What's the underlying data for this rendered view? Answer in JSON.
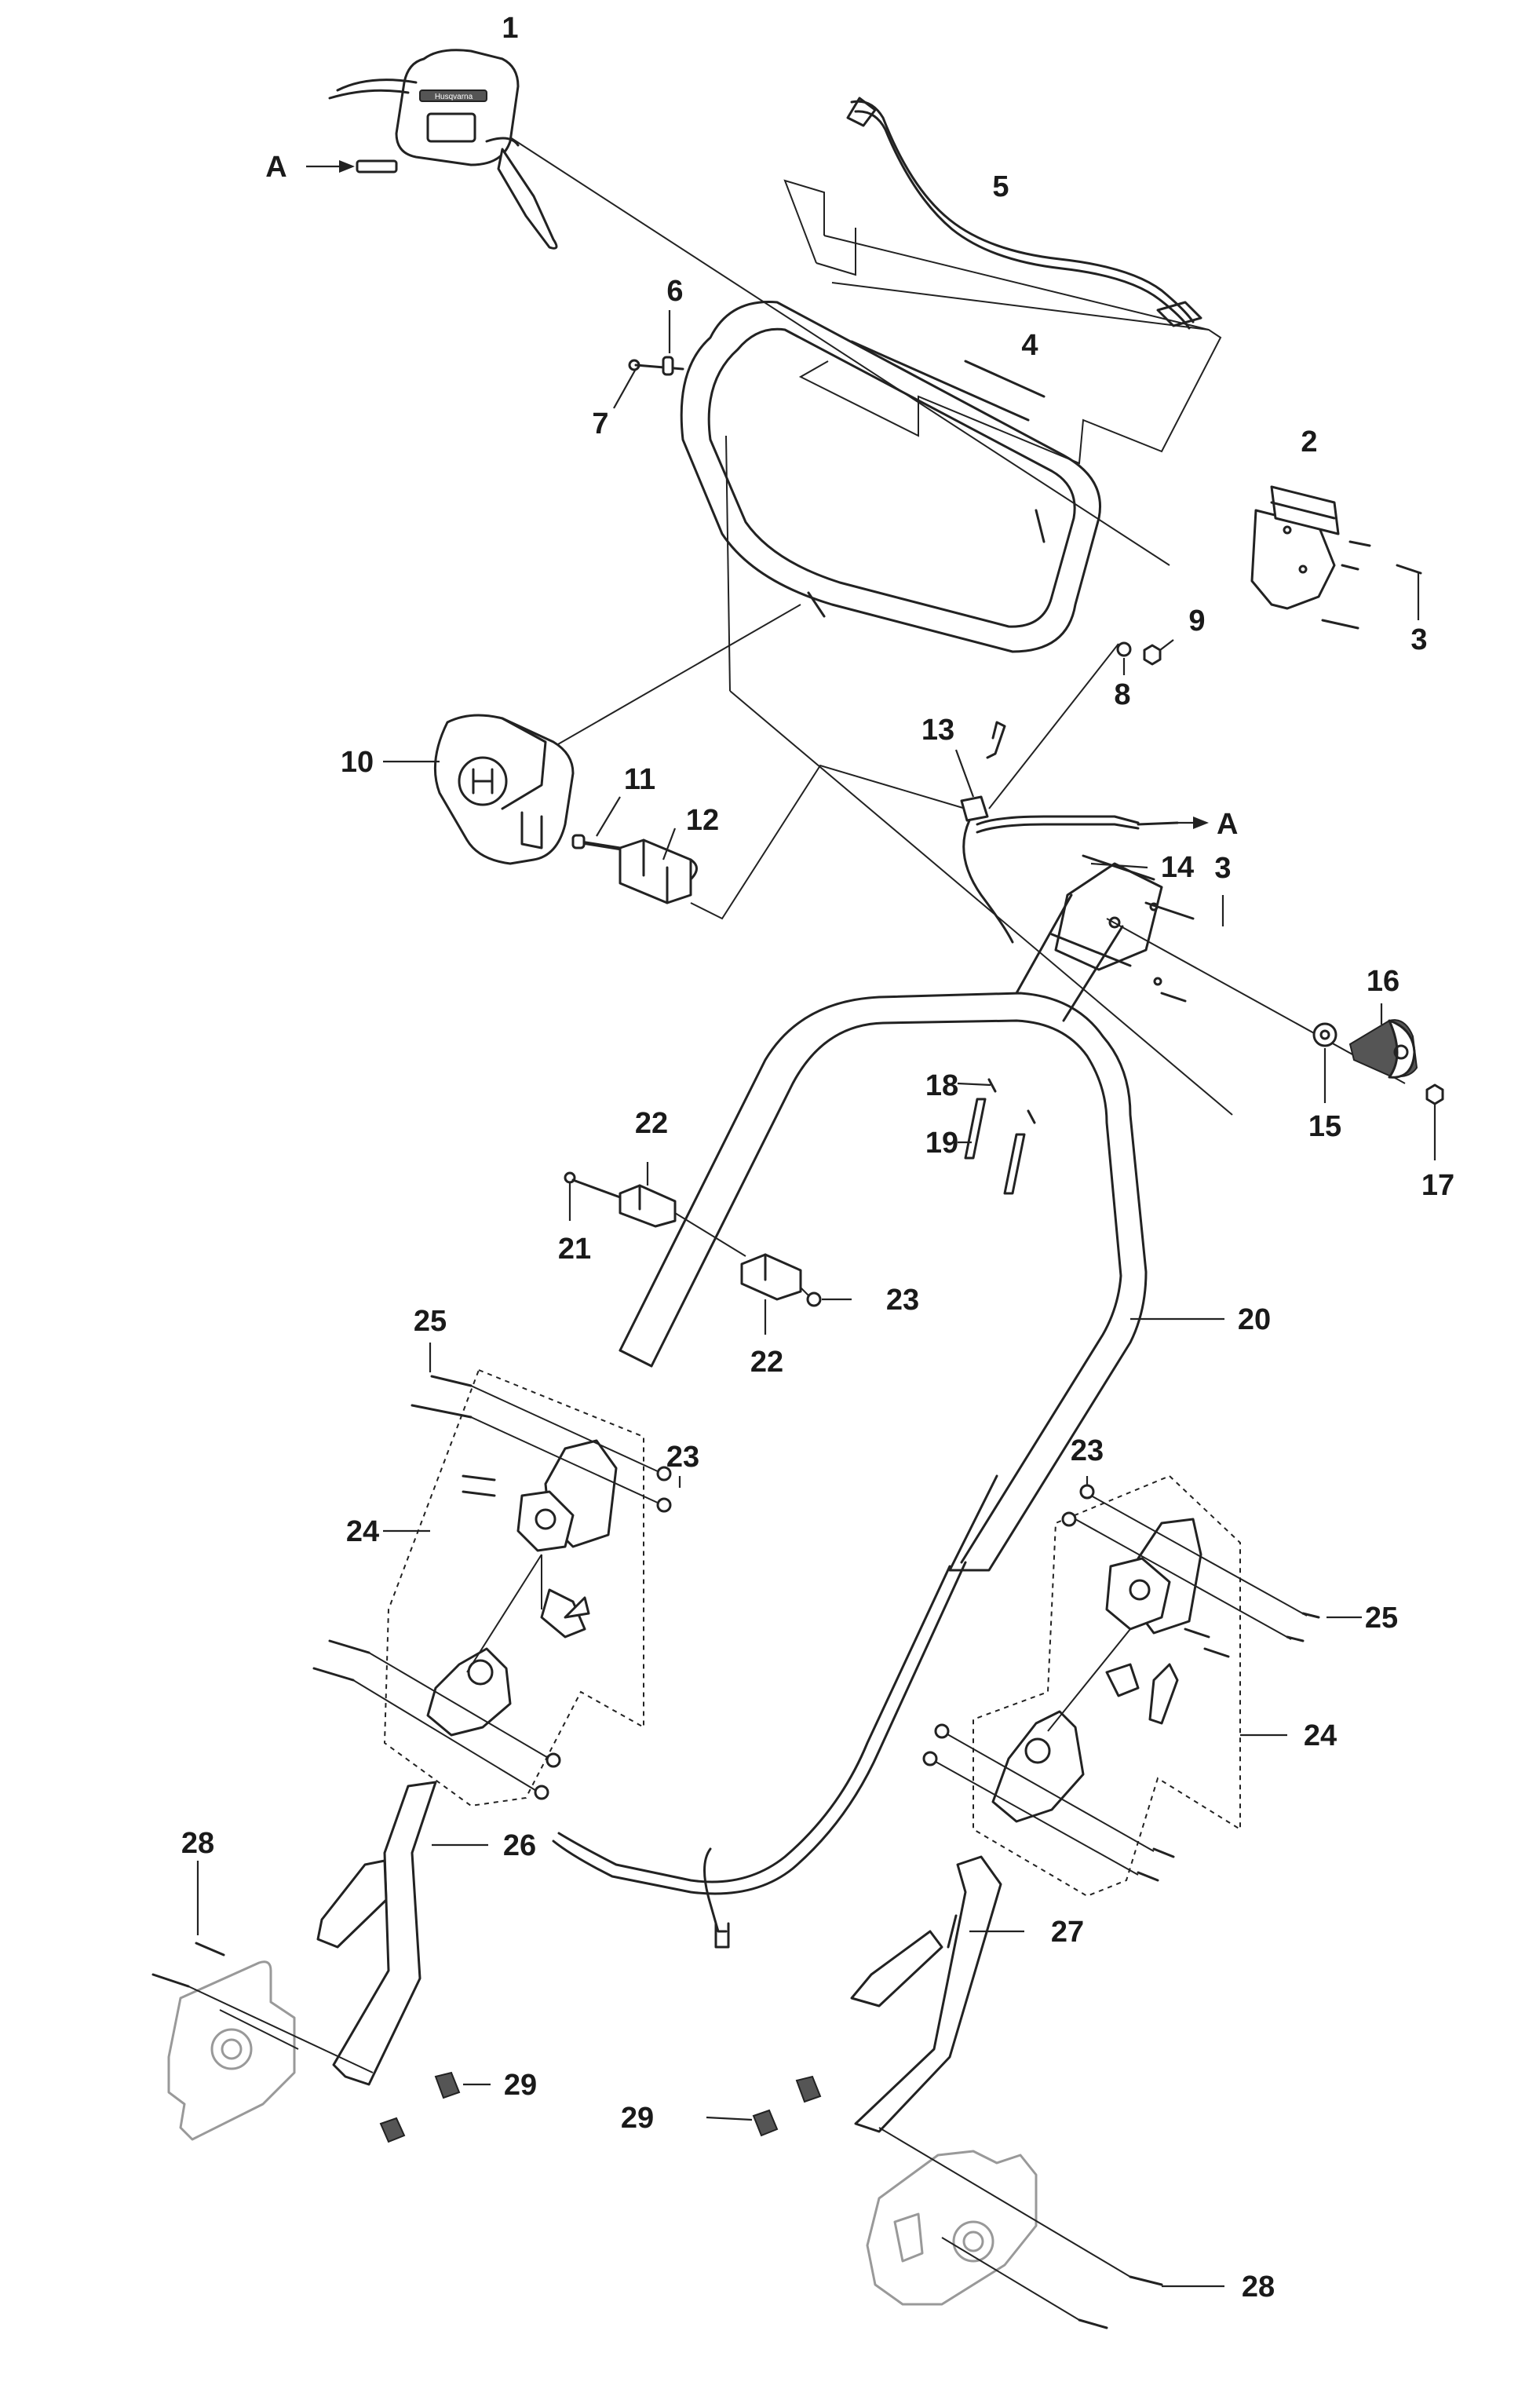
{
  "callouts": {
    "c1": "1",
    "c2": "2",
    "c3a": "3",
    "c3b": "3",
    "c4": "4",
    "c5": "5",
    "c6": "6",
    "c7": "7",
    "c8": "8",
    "c9": "9",
    "c10": "10",
    "c11": "11",
    "c12": "12",
    "c13": "13",
    "c14": "14",
    "c15": "15",
    "c16": "16",
    "c17": "17",
    "c18": "18",
    "c19": "19",
    "c20": "20",
    "c21": "21",
    "c22a": "22",
    "c22b": "22",
    "c23a": "23",
    "c23b": "23",
    "c23c": "23",
    "c24a": "24",
    "c24b": "24",
    "c25a": "25",
    "c25b": "25",
    "c26": "26",
    "c27": "27",
    "c28a": "28",
    "c28b": "28",
    "c29a": "29",
    "c29b": "29"
  },
  "connection_marks": {
    "a_left": "A",
    "a_right": "A"
  },
  "logo_text": "Husqvarna"
}
